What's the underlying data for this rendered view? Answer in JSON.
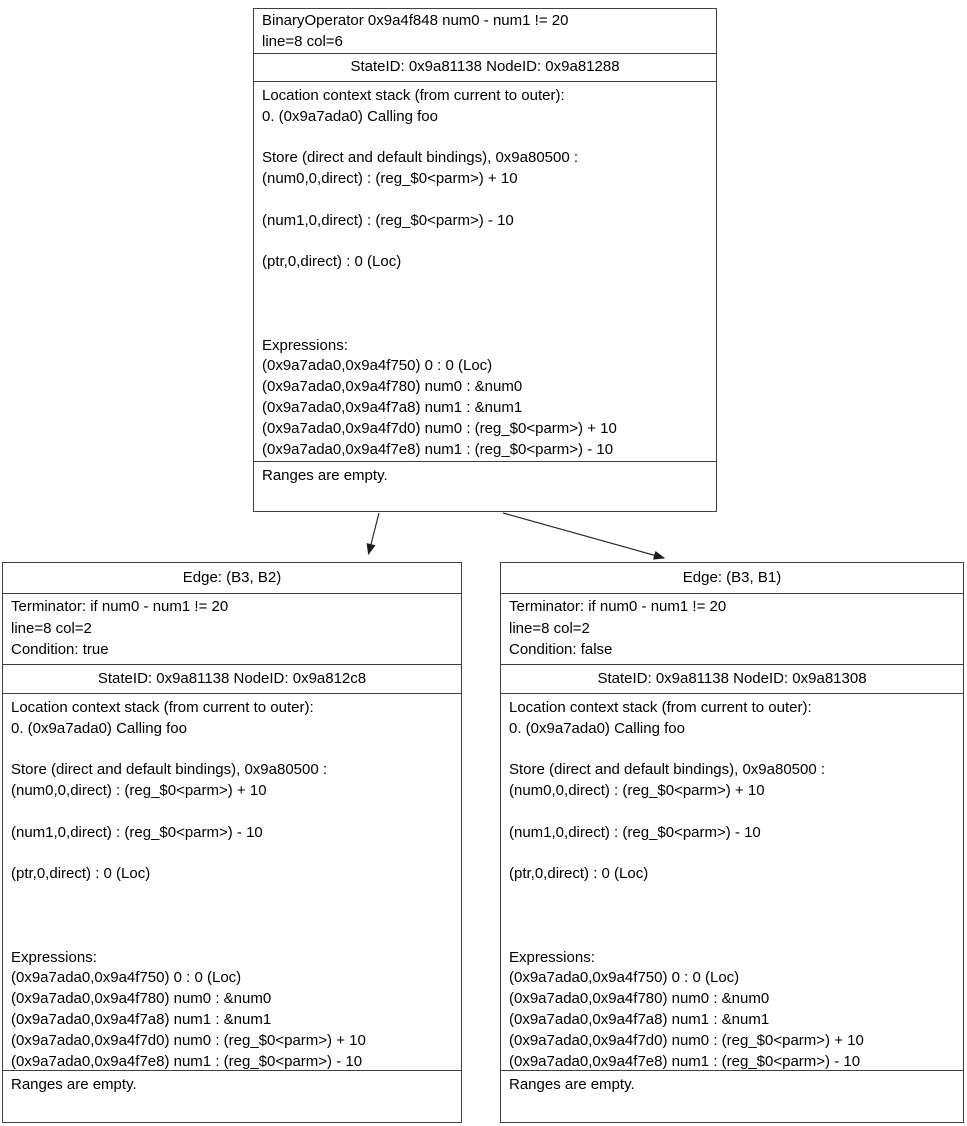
{
  "diagram": {
    "background_color": "#ffffff",
    "line_color": "#2b2b2b",
    "nodes": {
      "top": {
        "title_lines": [
          "BinaryOperator 0x9a4f848 num0 - num1 != 20",
          "line=8 col=6"
        ],
        "state_label": "StateID: 0x9a81138 NodeID: 0x9a81288",
        "body_lines": [
          "Location context stack (from current to outer):",
          "0. (0x9a7ada0) Calling foo",
          "",
          "Store (direct and default bindings), 0x9a80500 :",
          "(num0,0,direct) : (reg_$0<parm>) + 10",
          "",
          "(num1,0,direct) : (reg_$0<parm>) - 10",
          "",
          "(ptr,0,direct) : 0 (Loc)",
          "",
          "",
          "",
          "Expressions:",
          "(0x9a7ada0,0x9a4f750) 0 : 0 (Loc)",
          "(0x9a7ada0,0x9a4f780) num0 : &num0",
          "(0x9a7ada0,0x9a4f7a8) num1 : &num1",
          "(0x9a7ada0,0x9a4f7d0) num0 : (reg_$0<parm>) + 10",
          "(0x9a7ada0,0x9a4f7e8) num1 : (reg_$0<parm>) - 10"
        ],
        "ranges_label": "Ranges are empty."
      },
      "left": {
        "edge_label": "Edge: (B3, B2)",
        "terminator_lines": [
          "Terminator: if num0 - num1 != 20",
          "line=8 col=2",
          "Condition: true"
        ],
        "state_label": "StateID: 0x9a81138 NodeID: 0x9a812c8",
        "body_lines": [
          "Location context stack (from current to outer):",
          "0. (0x9a7ada0) Calling foo",
          "",
          "Store (direct and default bindings), 0x9a80500 :",
          "(num0,0,direct) : (reg_$0<parm>) + 10",
          "",
          "(num1,0,direct) : (reg_$0<parm>) - 10",
          "",
          "(ptr,0,direct) : 0 (Loc)",
          "",
          "",
          "",
          "Expressions:",
          "(0x9a7ada0,0x9a4f750) 0 : 0 (Loc)",
          "(0x9a7ada0,0x9a4f780) num0 : &num0",
          "(0x9a7ada0,0x9a4f7a8) num1 : &num1",
          "(0x9a7ada0,0x9a4f7d0) num0 : (reg_$0<parm>) + 10",
          "(0x9a7ada0,0x9a4f7e8) num1 : (reg_$0<parm>) - 10"
        ],
        "ranges_label": "Ranges are empty."
      },
      "right": {
        "edge_label": "Edge: (B3, B1)",
        "terminator_lines": [
          "Terminator: if num0 - num1 != 20",
          "line=8 col=2",
          "Condition: false"
        ],
        "state_label": "StateID: 0x9a81138 NodeID: 0x9a81308",
        "body_lines": [
          "Location context stack (from current to outer):",
          "0. (0x9a7ada0) Calling foo",
          "",
          "Store (direct and default bindings), 0x9a80500 :",
          "(num0,0,direct) : (reg_$0<parm>) + 10",
          "",
          "(num1,0,direct) : (reg_$0<parm>) - 10",
          "",
          "(ptr,0,direct) : 0 (Loc)",
          "",
          "",
          "",
          "Expressions:",
          "(0x9a7ada0,0x9a4f750) 0 : 0 (Loc)",
          "(0x9a7ada0,0x9a4f780) num0 : &num0",
          "(0x9a7ada0,0x9a4f7a8) num1 : &num1",
          "(0x9a7ada0,0x9a4f7d0) num0 : (reg_$0<parm>) + 10",
          "(0x9a7ada0,0x9a4f7e8) num1 : (reg_$0<parm>) - 10"
        ],
        "ranges_label": "Ranges are empty."
      }
    }
  }
}
